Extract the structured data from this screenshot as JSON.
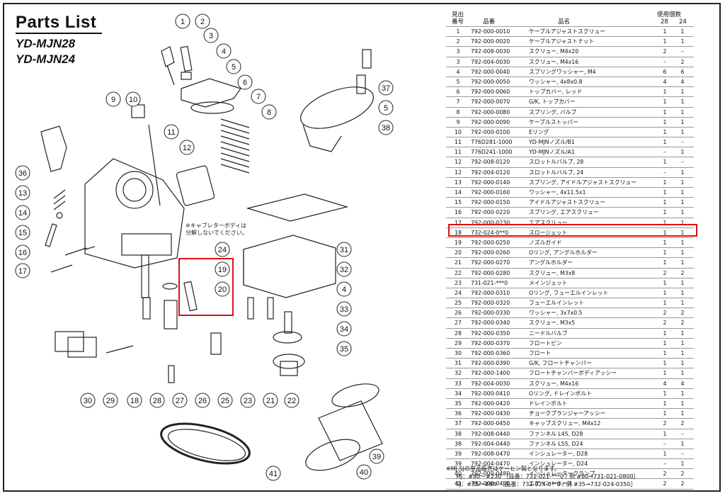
{
  "header": {
    "title": "Parts List",
    "models": [
      "YD-MJN28",
      "YD-MJN24"
    ]
  },
  "diagram": {
    "note": [
      "※キャブレターボディは",
      "分解しないでください。"
    ],
    "callouts": [
      "1",
      "2",
      "3",
      "4",
      "5",
      "6",
      "7",
      "8",
      "9",
      "10",
      "11",
      "12",
      "36",
      "13",
      "14",
      "15",
      "16",
      "17",
      "24",
      "19",
      "20",
      "37",
      "5",
      "38",
      "31",
      "32",
      "4",
      "33",
      "34",
      "35",
      "30",
      "29",
      "18",
      "28",
      "27",
      "26",
      "25",
      "23",
      "21",
      "22",
      "41",
      "40",
      "39"
    ]
  },
  "table": {
    "headers": {
      "no": [
        "見出",
        "番号"
      ],
      "part_no": "品番",
      "name": "品名",
      "qty": "使用個数",
      "qty_28": "28",
      "qty_24": "24"
    },
    "highlight_color": "#dd1111",
    "rows": [
      {
        "no": "1",
        "pn": "792-000-0010",
        "name": "ケーブルアジャストスクリュー",
        "q28": "1",
        "q24": "1"
      },
      {
        "no": "2",
        "pn": "792-000-0020",
        "name": "ケーブルアジャストナット",
        "q28": "1",
        "q24": "1"
      },
      {
        "no": "3",
        "pn": "792-008-0030",
        "name": "スクリュー, M4x20",
        "q28": "2",
        "q24": "–"
      },
      {
        "no": "3",
        "pn": "792-004-0030",
        "name": "スクリュー, M4x16",
        "q28": "–",
        "q24": "2"
      },
      {
        "no": "4",
        "pn": "792-000-0040",
        "name": "スプリングワッシャー, M4",
        "q28": "6",
        "q24": "6"
      },
      {
        "no": "5",
        "pn": "792-000-0050",
        "name": "ワッシャー, 4x8x0.8",
        "q28": "4",
        "q24": "4"
      },
      {
        "no": "6",
        "pn": "792-000-0060",
        "name": "トップカバー, レッド",
        "q28": "1",
        "q24": "1"
      },
      {
        "no": "7",
        "pn": "792-000-0070",
        "name": "G/K, トップカバー",
        "q28": "1",
        "q24": "1"
      },
      {
        "no": "8",
        "pn": "792-000-0080",
        "name": "スプリング, バルブ",
        "q28": "1",
        "q24": "1"
      },
      {
        "no": "9",
        "pn": "792-000-0090",
        "name": "ケーブルストッパー",
        "q28": "1",
        "q24": "1"
      },
      {
        "no": "10",
        "pn": "792-000-0100",
        "name": "Eリング",
        "q28": "1",
        "q24": "1"
      },
      {
        "no": "11",
        "pn": "776D281-1000",
        "name": "YD-MJNノズル/B1",
        "q28": "1",
        "q24": "–"
      },
      {
        "no": "11",
        "pn": "776D241-1000",
        "name": "YD-MJNノズル/A1",
        "q28": "–",
        "q24": "1"
      },
      {
        "no": "12",
        "pn": "792-008-0120",
        "name": "スロットルバルブ, 28",
        "q28": "1",
        "q24": "–"
      },
      {
        "no": "12",
        "pn": "792-004-0120",
        "name": "スロットルバルブ, 24",
        "q28": "–",
        "q24": "1"
      },
      {
        "no": "13",
        "pn": "792-000-0140",
        "name": "スプリング, アイドルアジャストスクリュー",
        "q28": "1",
        "q24": "1"
      },
      {
        "no": "14",
        "pn": "792-000-0160",
        "name": "ワッシャー, 4x11.5x1",
        "q28": "1",
        "q24": "1"
      },
      {
        "no": "15",
        "pn": "792-000-0150",
        "name": "アイドルアジャストスクリュー",
        "q28": "1",
        "q24": "1"
      },
      {
        "no": "16",
        "pn": "792-000-0220",
        "name": "スプリング, エアスクリュー",
        "q28": "1",
        "q24": "1"
      },
      {
        "no": "17",
        "pn": "792-000-0230",
        "name": "エアスクリュー",
        "q28": "1",
        "q24": "1"
      },
      {
        "no": "18",
        "pn": "732-024-0**0",
        "name": "スロージェット",
        "q28": "1",
        "q24": "1"
      },
      {
        "no": "19",
        "pn": "792-000-0250",
        "name": "ノズルガイド",
        "q28": "1",
        "q24": "1"
      },
      {
        "no": "20",
        "pn": "792-000-0260",
        "name": "Oリング, アングルホルダー",
        "q28": "1",
        "q24": "1"
      },
      {
        "no": "21",
        "pn": "792-000-0270",
        "name": "アングルホルダー",
        "q28": "1",
        "q24": "1"
      },
      {
        "no": "22",
        "pn": "792-000-0280",
        "name": "スクリュー, M3x8",
        "q28": "2",
        "q24": "2"
      },
      {
        "no": "23",
        "pn": "731-021-***0",
        "name": "メインジェット",
        "q28": "1",
        "q24": "1"
      },
      {
        "no": "24",
        "pn": "792-000-0310",
        "name": "Oリング, フューエルインレット",
        "q28": "1",
        "q24": "1"
      },
      {
        "no": "25",
        "pn": "792-000-0320",
        "name": "フューエルインレット",
        "q28": "1",
        "q24": "1"
      },
      {
        "no": "26",
        "pn": "792-000-0330",
        "name": "ワッシャー, 3x7x0.5",
        "q28": "2",
        "q24": "2"
      },
      {
        "no": "27",
        "pn": "792-000-0340",
        "name": "スクリュー, M3x5",
        "q28": "2",
        "q24": "2"
      },
      {
        "no": "28",
        "pn": "792-000-0350",
        "name": "ニードルバルブ",
        "q28": "1",
        "q24": "1"
      },
      {
        "no": "29",
        "pn": "792-000-0370",
        "name": "フロートピン",
        "q28": "1",
        "q24": "1"
      },
      {
        "no": "30",
        "pn": "792-000-0360",
        "name": "フロート",
        "q28": "1",
        "q24": "1"
      },
      {
        "no": "31",
        "pn": "792-000-0390",
        "name": "G/K, フロートチャンバー",
        "q28": "1",
        "q24": "1"
      },
      {
        "no": "32",
        "pn": "792-000-1400",
        "name": "フロートチャンバーボディアッシー",
        "q28": "1",
        "q24": "1"
      },
      {
        "no": "33",
        "pn": "792-004-0030",
        "name": "スクリュー, M4x16",
        "q28": "4",
        "q24": "4"
      },
      {
        "no": "34",
        "pn": "792-000-0410",
        "name": "Oリング, ドレインボルト",
        "q28": "1",
        "q24": "1"
      },
      {
        "no": "35",
        "pn": "792-000-0420",
        "name": "ドレインボルト",
        "q28": "1",
        "q24": "1"
      },
      {
        "no": "36",
        "pn": "792-000-0430",
        "name": "チョークプランジャーアッシー",
        "q28": "1",
        "q24": "1"
      },
      {
        "no": "37",
        "pn": "792-000-0450",
        "name": "キャップスクリュー, M4x12",
        "q28": "2",
        "q24": "2"
      },
      {
        "no": "38",
        "pn": "792-008-0440",
        "name": "ファンネル L45, D28",
        "q28": "1",
        "q24": "–"
      },
      {
        "no": "38",
        "pn": "792-004-0440",
        "name": "ファンネル L55, D24",
        "q28": "–",
        "q24": "1"
      },
      {
        "no": "39",
        "pn": "792-008-0470",
        "name": "インシュレーター, D28",
        "q28": "1",
        "q24": "–"
      },
      {
        "no": "39",
        "pn": "792-004-0470",
        "name": "インシュレーター, D24",
        "q28": "–",
        "q24": "1"
      },
      {
        "no": "40",
        "pn": "792-000-0480",
        "name": "インシュレータークランプ",
        "q28": "2",
        "q24": "2"
      },
      {
        "no": "41",
        "pn": "792-000-0490",
        "name": "エアベントホース",
        "q28": "2",
        "q24": "2"
      }
    ],
    "footnotes": [
      "※MJ,SJの単品販売はケーヒン製となります。",
      "MJ：#80～#230 ［品番：731-021-***0 / 例 #80→731-021-0800］",
      "SJ：#35～#80　［品番：732-024-0**0 / 例 #35→732-024-0350］"
    ]
  }
}
